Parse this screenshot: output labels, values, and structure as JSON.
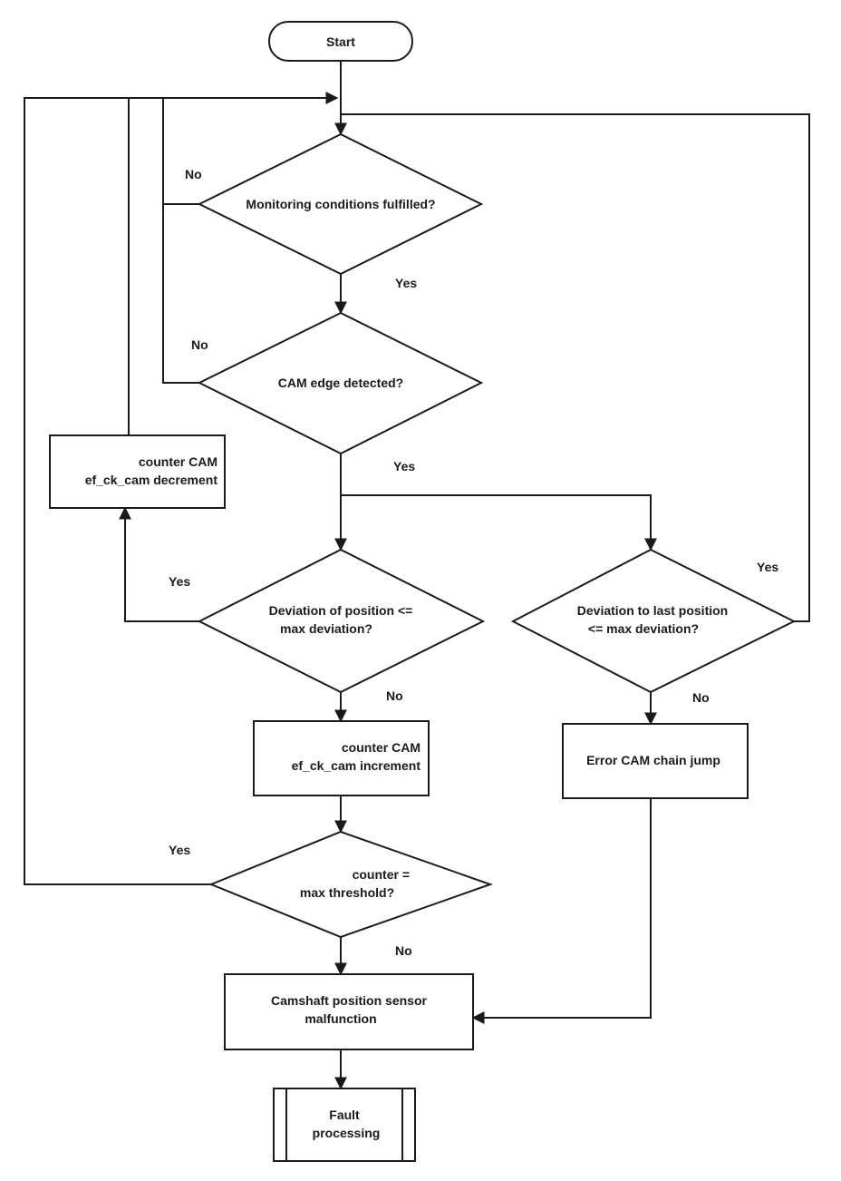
{
  "nodes": {
    "start": {
      "lines": [
        "Start"
      ]
    },
    "d_monitor": {
      "lines": [
        "Monitoring conditions fulfilled?"
      ]
    },
    "d_cam_edge": {
      "lines": [
        "CAM edge detected?"
      ]
    },
    "counter_decrement": {
      "lines": [
        "counter CAM",
        "ef_ck_cam decrement"
      ]
    },
    "d_deviation_pos": {
      "lines": [
        "Deviation of position <=",
        "max deviation?"
      ]
    },
    "d_deviation_last": {
      "lines": [
        "Deviation to last position",
        "<= max deviation?"
      ]
    },
    "counter_increment": {
      "lines": [
        "counter CAM",
        "ef_ck_cam increment"
      ]
    },
    "error_chain_jump": {
      "lines": [
        "Error CAM chain jump"
      ]
    },
    "d_counter_threshold": {
      "lines": [
        "counter =",
        "max threshold?"
      ]
    },
    "camshaft_malfunction": {
      "lines": [
        "Camshaft position sensor",
        "malfunction"
      ]
    },
    "fault_processing": {
      "lines": [
        "Fault",
        "processing"
      ]
    }
  },
  "branch_labels": {
    "monitor_no": "No",
    "monitor_yes": "Yes",
    "cam_edge_no": "No",
    "cam_edge_yes": "Yes",
    "deviation_pos_yes": "Yes",
    "deviation_pos_no": "No",
    "deviation_last_yes": "Yes",
    "deviation_last_no": "No",
    "counter_threshold_yes": "Yes",
    "counter_threshold_no": "No"
  }
}
